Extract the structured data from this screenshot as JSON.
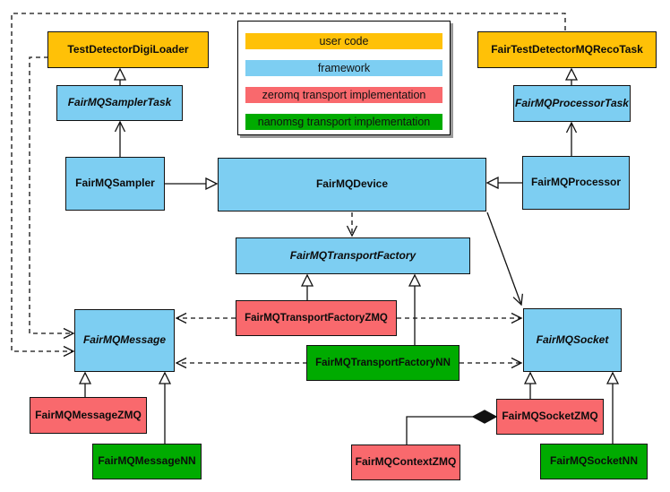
{
  "legend": {
    "items": [
      {
        "label": "user code",
        "color": "#FFC107"
      },
      {
        "label": "framework",
        "color": "#7DCEF2"
      },
      {
        "label": "zeromq transport implementation",
        "color": "#F9696D"
      },
      {
        "label": "nanomsg transport implementation",
        "color": "#00AB00"
      }
    ]
  },
  "nodes": {
    "testDetectorDigiLoader": {
      "label": "TestDetectorDigiLoader",
      "category": "user code"
    },
    "fairTestDetectorMQRecoTask": {
      "label": "FairTestDetectorMQRecoTask",
      "category": "user code"
    },
    "fairMQSamplerTask": {
      "label": "FairMQSamplerTask",
      "category": "framework",
      "abstract": true
    },
    "fairMQProcessorTask": {
      "label": "FairMQProcessorTask",
      "category": "framework",
      "abstract": true
    },
    "fairMQSampler": {
      "label": "FairMQSampler",
      "category": "framework"
    },
    "fairMQDevice": {
      "label": "FairMQDevice",
      "category": "framework"
    },
    "fairMQProcessor": {
      "label": "FairMQProcessor",
      "category": "framework"
    },
    "fairMQTransportFactory": {
      "label": "FairMQTransportFactory",
      "category": "framework",
      "abstract": true
    },
    "fairMQTransportFactoryZMQ": {
      "label": "FairMQTransportFactoryZMQ",
      "category": "zeromq"
    },
    "fairMQTransportFactoryNN": {
      "label": "FairMQTransportFactoryNN",
      "category": "nanomsg"
    },
    "fairMQMessage": {
      "label": "FairMQMessage",
      "category": "framework",
      "abstract": true
    },
    "fairMQSocket": {
      "label": "FairMQSocket",
      "category": "framework",
      "abstract": true
    },
    "fairMQMessageZMQ": {
      "label": "FairMQMessageZMQ",
      "category": "zeromq"
    },
    "fairMQMessageNN": {
      "label": "FairMQMessageNN",
      "category": "nanomsg"
    },
    "fairMQContextZMQ": {
      "label": "FairMQContextZMQ",
      "category": "zeromq"
    },
    "fairMQSocketZMQ": {
      "label": "FairMQSocketZMQ",
      "category": "zeromq"
    },
    "fairMQSocketNN": {
      "label": "FairMQSocketNN",
      "category": "nanomsg"
    }
  },
  "edges": [
    {
      "from": "fairMQSamplerTask",
      "to": "testDetectorDigiLoader",
      "type": "generalization"
    },
    {
      "from": "fairMQSampler",
      "to": "fairMQSamplerTask",
      "type": "open-arrow"
    },
    {
      "from": "fairMQSampler",
      "to": "fairMQDevice",
      "type": "generalization"
    },
    {
      "from": "fairMQProcessorTask",
      "to": "fairTestDetectorMQRecoTask",
      "type": "generalization"
    },
    {
      "from": "fairMQProcessor",
      "to": "fairMQProcessorTask",
      "type": "open-arrow"
    },
    {
      "from": "fairMQProcessor",
      "to": "fairMQDevice",
      "type": "generalization"
    },
    {
      "from": "fairMQDevice",
      "to": "fairMQTransportFactory",
      "type": "dashed-arrow"
    },
    {
      "from": "fairMQDevice",
      "to": "fairMQSocket",
      "type": "open-arrow"
    },
    {
      "from": "fairMQTransportFactoryZMQ",
      "to": "fairMQTransportFactory",
      "type": "generalization"
    },
    {
      "from": "fairMQTransportFactoryNN",
      "to": "fairMQTransportFactory",
      "type": "generalization"
    },
    {
      "from": "fairMQTransportFactoryZMQ",
      "to": "fairMQMessage",
      "type": "dashed-arrow"
    },
    {
      "from": "fairMQTransportFactoryZMQ",
      "to": "fairMQSocket",
      "type": "dashed-arrow"
    },
    {
      "from": "fairMQTransportFactoryNN",
      "to": "fairMQMessage",
      "type": "dashed-arrow"
    },
    {
      "from": "fairMQTransportFactoryNN",
      "to": "fairMQSocket",
      "type": "dashed-arrow"
    },
    {
      "from": "testDetectorDigiLoader",
      "to": "fairMQMessage",
      "type": "dashed-arrow"
    },
    {
      "from": "fairTestDetectorMQRecoTask",
      "to": "fairMQMessage",
      "type": "dashed-arrow"
    },
    {
      "from": "fairMQMessageZMQ",
      "to": "fairMQMessage",
      "type": "generalization"
    },
    {
      "from": "fairMQMessageNN",
      "to": "fairMQMessage",
      "type": "generalization"
    },
    {
      "from": "fairMQSocketZMQ",
      "to": "fairMQSocket",
      "type": "generalization"
    },
    {
      "from": "fairMQSocketNN",
      "to": "fairMQSocket",
      "type": "generalization"
    },
    {
      "from": "fairMQContextZMQ",
      "to": "fairMQSocketZMQ",
      "type": "composition"
    }
  ]
}
